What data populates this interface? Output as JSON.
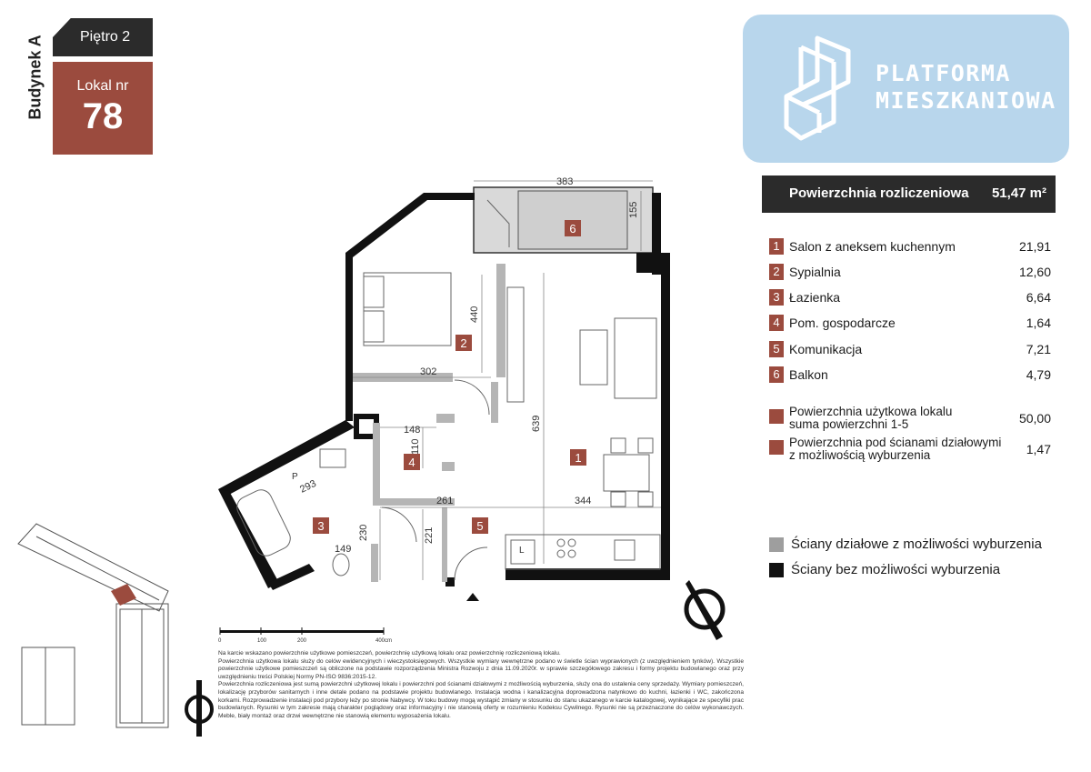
{
  "header": {
    "building": "Budynek A",
    "floor": "Piętro 2",
    "unit_label": "Lokal nr",
    "unit_number": "78"
  },
  "logo": {
    "line1": "PLATFORMA",
    "line2": "MIESZKANIOWA",
    "bg_color": "#b8d6ec"
  },
  "summary": {
    "total_label": "Powierzchnia rozliczeniowa",
    "total_value": "51,47 m²",
    "rooms": [
      {
        "num": "1",
        "name": "Salon z aneksem kuchennym",
        "area": "21,91"
      },
      {
        "num": "2",
        "name": "Sypialnia",
        "area": "12,60"
      },
      {
        "num": "3",
        "name": "Łazienka",
        "area": "6,64"
      },
      {
        "num": "4",
        "name": "Pom. gospodarcze",
        "area": "1,64"
      },
      {
        "num": "5",
        "name": "Komunikacja",
        "area": "7,21"
      },
      {
        "num": "6",
        "name": "Balkon",
        "area": "4,79"
      }
    ],
    "usable_line1": "Powierzchnia użytkowa lokalu",
    "usable_line2": "suma powierzchni 1-5",
    "usable_value": "50,00",
    "walls_line1": "Powierzchnia pod ścianami działowymi",
    "walls_line2": "z możliwością wyburzenia",
    "walls_value": "1,47"
  },
  "legend": {
    "removable": "Ściany działowe z możliwości wyburzenia",
    "permanent": "Ściany bez możliwości wyburzenia",
    "removable_color": "#9e9e9e",
    "permanent_color": "#111111"
  },
  "plan": {
    "room_markers": [
      "1",
      "2",
      "3",
      "4",
      "5",
      "6"
    ],
    "dimensions": [
      "383",
      "155",
      "440",
      "302",
      "639",
      "148",
      "110",
      "293",
      "261",
      "344",
      "230",
      "221",
      "149"
    ],
    "appliance_label": "L",
    "fixture_label": "P",
    "accent_color": "#9b4b3e"
  },
  "scale": {
    "ticks": [
      "0",
      "100",
      "200",
      "400cm"
    ]
  },
  "notes": [
    "Na karcie wskazano powierzchnie użytkowe pomieszczeń, powierzchnię użytkową lokalu oraz powierzchnię rozliczeniową lokalu.",
    "Powierzchnia użytkowa lokalu służy do celów ewidencyjnych i wieczystoksięgowych. Wszystkie wymiary wewnętrzne podano w świetle ścian wyprawionych (z uwzględnieniem tynków). Wszystkie powierzchnie użytkowe pomieszczeń są obliczone na podstawie rozporządzenia Ministra Rozwoju z dnia 11.09.2020r. w sprawie szczegółowego zakresu i formy projektu budowlanego oraz przy uwzględnieniu treści Polskiej Normy PN-ISO 9836:2015-12.",
    "Powierzchnia rozliczeniowa jest sumą powierzchni użytkowej lokalu i powierzchni pod ścianami działowymi z możliwością wyburzenia, służy ona do ustalenia ceny sprzedaży. Wymiary pomieszczeń, lokalizację przyborów sanitarnych i inne detale podano na podstawie projektu budowlanego. Instalacja wodna i kanalizacyjna doprowadzona natynkowo do kuchni, łazienki i WC, zakończona korkami. Rozprowadzenie instalacji pod przybory leży po stronie Nabywcy. W toku budowy mogą wystąpić zmiany w stosunku do stanu ukazanego w karcie katalogowej, wynikające ze specyfiki prac budowlanych. Rysunki w tym zakresie mają charakter poglądowy oraz informacyjny i nie stanowią oferty w rozumieniu Kodeksu Cywilnego. Rysunki nie są przeznaczone do celów wykonawczych. Meble, biały montaż oraz drzwi wewnętrzne nie stanowią elementu wyposażenia lokalu."
  ]
}
